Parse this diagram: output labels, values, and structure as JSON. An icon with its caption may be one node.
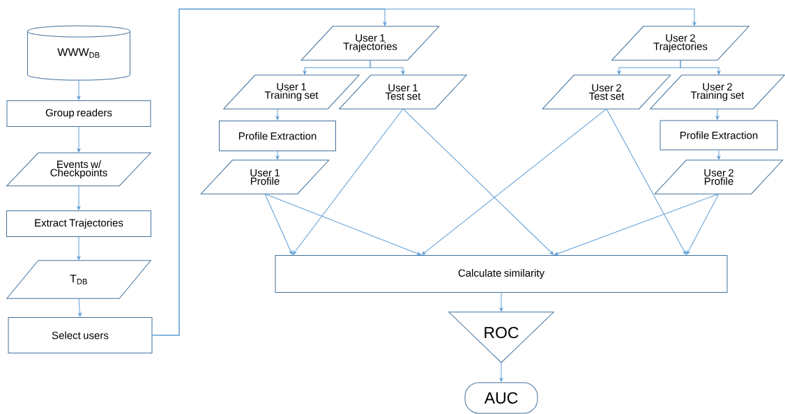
{
  "diagram": {
    "nodes": [
      {
        "text": [
          "WWW$_{DB}$"
        ]
      },
      {
        "text": [
          "Group readers"
        ]
      },
      {
        "text": [
          "Events w/ Checkpoints"
        ]
      },
      {
        "text": [
          "Extract Trajectories"
        ]
      },
      {
        "text": [
          "T$_{DB}$"
        ]
      },
      {
        "text": [
          "Select users"
        ]
      },
      {
        "text": [
          "User 1 Trajectories"
        ]
      },
      {
        "text": [
          "User 2 Trajectories"
        ]
      },
      {
        "text": [
          "User 1 Training set"
        ]
      },
      {
        "text": [
          "User 1 Test set"
        ]
      },
      {
        "text": [
          "User 2 Test set"
        ]
      },
      {
        "text": [
          "User 2 Training set"
        ]
      },
      {
        "text": [
          "Profile Extraction"
        ]
      },
      {
        "text": [
          "Profile Extraction"
        ]
      },
      {
        "text": [
          "User 1 Profile"
        ]
      },
      {
        "text": [
          "User 2 Profile"
        ]
      },
      {
        "text": [
          "Calculate similarity"
        ]
      },
      {
        "text": [
          "ROC"
        ]
      },
      {
        "text": [
          "AUC"
        ]
      }
    ],
    "edges": [
      {
        "from": 0,
        "to": 1,
        "arrow": "to"
      },
      {
        "from": 1,
        "to": 2,
        "arrow": "to"
      },
      {
        "from": 2,
        "to": 3,
        "arrow": "to"
      },
      {
        "from": 3,
        "to": 4,
        "arrow": "to"
      },
      {
        "from": 4,
        "to": 5,
        "arrow": "to"
      },
      {
        "from": 5,
        "to": 6,
        "arrow": "to"
      },
      {
        "from": 5,
        "to": 7,
        "arrow": "to"
      },
      {
        "from": 6,
        "to": 8,
        "arrow": "to"
      },
      {
        "from": 6,
        "to": 9,
        "arrow": "to"
      },
      {
        "from": 7,
        "to": 10,
        "arrow": "to"
      },
      {
        "from": 7,
        "to": 11,
        "arrow": "to"
      },
      {
        "from": 8,
        "to": 12,
        "arrow": "to"
      },
      {
        "from": 12,
        "to": 14,
        "arrow": "to"
      },
      {
        "from": 11,
        "to": 13,
        "arrow": "to"
      },
      {
        "from": 13,
        "to": 15,
        "arrow": "to"
      },
      {
        "from": 14,
        "to": 16,
        "arrow": "to"
      },
      {
        "from": 14,
        "to": 16,
        "arrow": "to"
      },
      {
        "from": 9,
        "to": 16,
        "arrow": "to"
      },
      {
        "from": 9,
        "to": 16,
        "arrow": "to"
      },
      {
        "from": 10,
        "to": 16,
        "arrow": "to"
      },
      {
        "from": 10,
        "to": 16,
        "arrow": "to"
      },
      {
        "from": 15,
        "to": 16,
        "arrow": "to"
      },
      {
        "from": 15,
        "to": 16,
        "arrow": "to"
      },
      {
        "from": 16,
        "to": 17,
        "arrow": "to"
      },
      {
        "from": 17,
        "to": 18,
        "arrow": "to"
      }
    ]
  }
}
